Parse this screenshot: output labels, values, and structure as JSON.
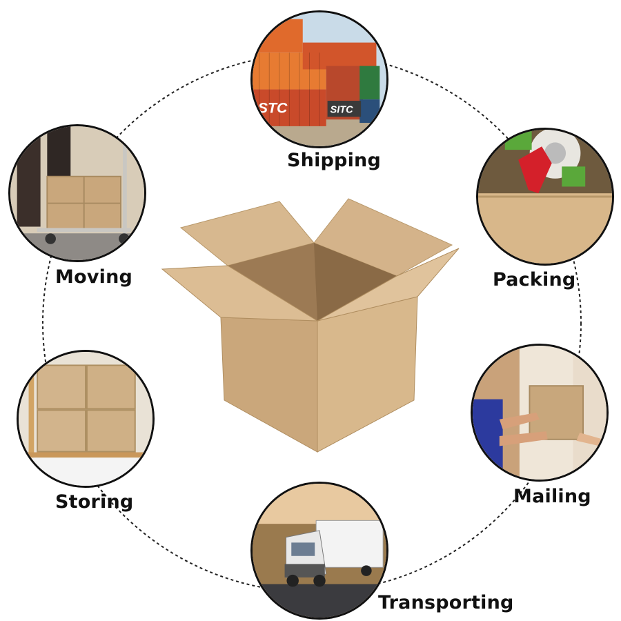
{
  "uses": [
    {
      "id": "shipping",
      "label": "Shipping",
      "icon": "shipping-containers-photo"
    },
    {
      "id": "packing",
      "label": "Packing",
      "icon": "tape-dispenser-photo"
    },
    {
      "id": "mailing",
      "label": "Mailing",
      "icon": "box-handover-photo"
    },
    {
      "id": "transporting",
      "label": "Transporting",
      "icon": "semi-truck-photo"
    },
    {
      "id": "storing",
      "label": "Storing",
      "icon": "shelved-boxes-photo"
    },
    {
      "id": "moving",
      "label": "Moving",
      "icon": "hand-truck-photo"
    }
  ],
  "photo_text": {
    "container_left": "STC",
    "container_right": "SITC"
  },
  "colors": {
    "kraft": "#d2b48c",
    "kraft_dark": "#b8986a",
    "container_orange": "#e0642a",
    "outline": "#111111"
  }
}
